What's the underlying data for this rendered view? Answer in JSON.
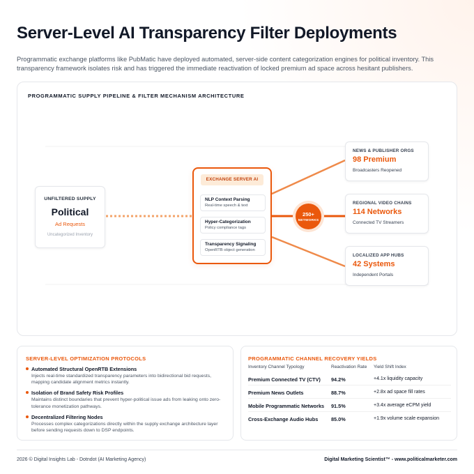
{
  "header": {
    "title": "Server-Level AI Transparency Filter Deployments",
    "intro": "Programmatic exchange platforms like PubMatic have deployed automated, server-side content categorization engines for political inventory. This transparency framework isolates risk and has triggered the immediate reactivation of locked premium ad space across hesitant publishers."
  },
  "diagram": {
    "heading": "PROGRAMMATIC SUPPLY PIPELINE & FILTER MECHANISM ARCHITECTURE",
    "supply": {
      "label": "UNFILTERED SUPPLY",
      "main": "Political",
      "sub": "Ad Requests",
      "note": "Uncategorized Inventory"
    },
    "server": {
      "title": "EXCHANGE SERVER AI",
      "stages": [
        {
          "name": "NLP Context Parsing",
          "desc": "Real-time speech & text"
        },
        {
          "name": "Hyper-Categorization",
          "desc": "Policy compliance tags"
        },
        {
          "name": "Transparency Signaling",
          "desc": "OpenRTB object generation"
        }
      ]
    },
    "hub": {
      "value": "250+",
      "label": "NETWORKS"
    },
    "destinations": [
      {
        "label": "NEWS & PUBLISHER ORGS",
        "value": "98 Premium",
        "desc": "Broadcasters Reopened"
      },
      {
        "label": "REGIONAL VIDEO CHAINS",
        "value": "114 Networks",
        "desc": "Connected TV Streamers"
      },
      {
        "label": "LOCALIZED APP HUBS",
        "value": "42 Systems",
        "desc": "Independent Portals"
      }
    ],
    "accent_color": "#ea580c"
  },
  "protocols": {
    "title": "SERVER-LEVEL OPTIMIZATION PROTOCOLS",
    "items": [
      {
        "name": "Automated Structural OpenRTB Extensions",
        "desc": "Injects real-time standardized transparency parameters into bidirectional bid requests, mapping candidate alignment metrics instantly."
      },
      {
        "name": "Isolation of Brand Safety Risk Profiles",
        "desc": "Maintains distinct boundaries that prevent hyper-political issue ads from leaking onto zero-tolerance monetization pathways."
      },
      {
        "name": "Decentralized Filtering Nodes",
        "desc": "Processes complex categorizations directly within the supply exchange architecture layer before sending requests down to DSP endpoints."
      }
    ]
  },
  "yields": {
    "title": "PROGRAMMATIC CHANNEL RECOVERY YIELDS",
    "columns": [
      "Inventory Channel Typology",
      "Reactivation Rate",
      "Yield Shift Index"
    ],
    "rows": [
      {
        "channel": "Premium Connected TV (CTV)",
        "rate": "94.2%",
        "shift": "+4.1x liquidity capacity"
      },
      {
        "channel": "Premium News Outlets",
        "rate": "88.7%",
        "shift": "+2.8x ad space fill rates"
      },
      {
        "channel": "Mobile Programmatic Networks",
        "rate": "91.5%",
        "shift": "+3.4x average eCPM yield"
      },
      {
        "channel": "Cross-Exchange Audio Hubs",
        "rate": "85.0%",
        "shift": "+1.9x volume scale expansion"
      }
    ]
  },
  "footer": {
    "left": "2026 © Digital Insights Lab - Dotndot (AI Marketing Agency)",
    "right": "Digital Marketing Scientist™ - www.politicalmarketer.com"
  }
}
